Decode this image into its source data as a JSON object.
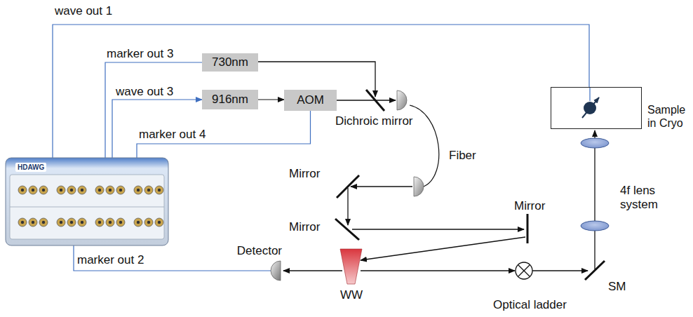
{
  "diagram": {
    "nodes": [
      {
        "text": [
          "HDAWG"
        ]
      },
      {
        "text": [
          "730nm"
        ]
      },
      {
        "text": [
          "916nm"
        ]
      },
      {
        "text": [
          "AOM"
        ]
      },
      {
        "text": [
          "Sample in Cryo"
        ]
      },
      {
        "text": [
          "Detector"
        ]
      }
    ],
    "edges": [
      {
        "from": 0,
        "to": 4,
        "arrow": "none",
        "label": "wave out 1"
      },
      {
        "from": 0,
        "to": 1,
        "arrow": "none",
        "label": "marker out 3"
      },
      {
        "from": 0,
        "to": 2,
        "arrow": "to",
        "label": "wave out 3"
      },
      {
        "from": 2,
        "to": 3,
        "arrow": "to"
      },
      {
        "from": 0,
        "to": 3,
        "arrow": "none",
        "label": "marker out 4"
      },
      {
        "from": 0,
        "to": 5,
        "arrow": "none",
        "label": "marker out 2"
      }
    ],
    "labels": [
      "Dichroic mirror",
      "Fiber",
      "Mirror",
      "Mirror",
      "Mirror",
      "WW",
      "Optical ladder",
      "SM",
      "4f lens system"
    ]
  }
}
